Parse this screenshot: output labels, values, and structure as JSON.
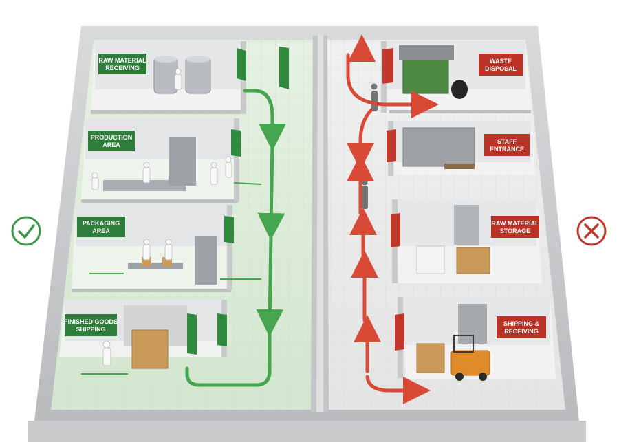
{
  "left_side": {
    "indicator_icon": "check-circle-icon",
    "color": "#3a9a4a",
    "areas": [
      {
        "id": "raw-material-receiving",
        "lines": [
          "RAW MATERIAL",
          "RECEIVING"
        ]
      },
      {
        "id": "production-area",
        "lines": [
          "PRODUCTION",
          "AREA"
        ]
      },
      {
        "id": "packaging-area",
        "lines": [
          "PACKAGING",
          "AREA"
        ]
      },
      {
        "id": "finished-goods-shipping",
        "lines": [
          "FINISHED GOODS",
          "SHIPPING"
        ]
      }
    ]
  },
  "right_side": {
    "indicator_icon": "x-circle-icon",
    "color": "#c0392b",
    "areas": [
      {
        "id": "waste-disposal",
        "lines": [
          "WASTE",
          "DISPOSAL"
        ]
      },
      {
        "id": "staff-entrance",
        "lines": [
          "STAFF",
          "ENTRANCE"
        ]
      },
      {
        "id": "raw-material-storage",
        "lines": [
          "RAW MATERIAL",
          "STORAGE"
        ]
      },
      {
        "id": "shipping-receiving",
        "lines": [
          "SHIPPING &",
          "RECEIVING"
        ]
      }
    ]
  }
}
